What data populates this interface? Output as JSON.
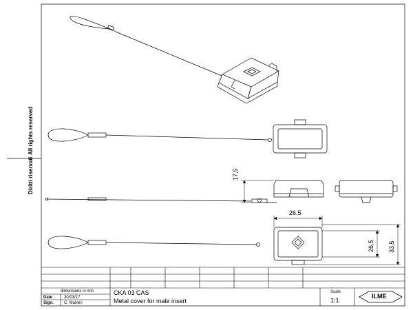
{
  "side_labels": {
    "rights_reserved": "All rights reserved",
    "diritti_riservati": "Diritti riservati"
  },
  "dimensions": {
    "height_side": "17,5",
    "width_top": "26,5",
    "height_inner": "26,5",
    "height_outer": "33,5"
  },
  "logo": {
    "text": "ILME",
    "emblem": "ilme-diamond-emblem"
  },
  "title_block": {
    "units_note": "dimensions in mm",
    "date_label": "Date",
    "date_value": "30/03/17",
    "sign_label": "Sign.",
    "sign_value": "C. Mainini",
    "part_code": "CKA 03 CAS",
    "description": "Metal cover for male insert",
    "scale_label": "Scale",
    "scale_value": "1:1"
  },
  "colors": {
    "line": "#000000",
    "paper": "#ffffff"
  }
}
